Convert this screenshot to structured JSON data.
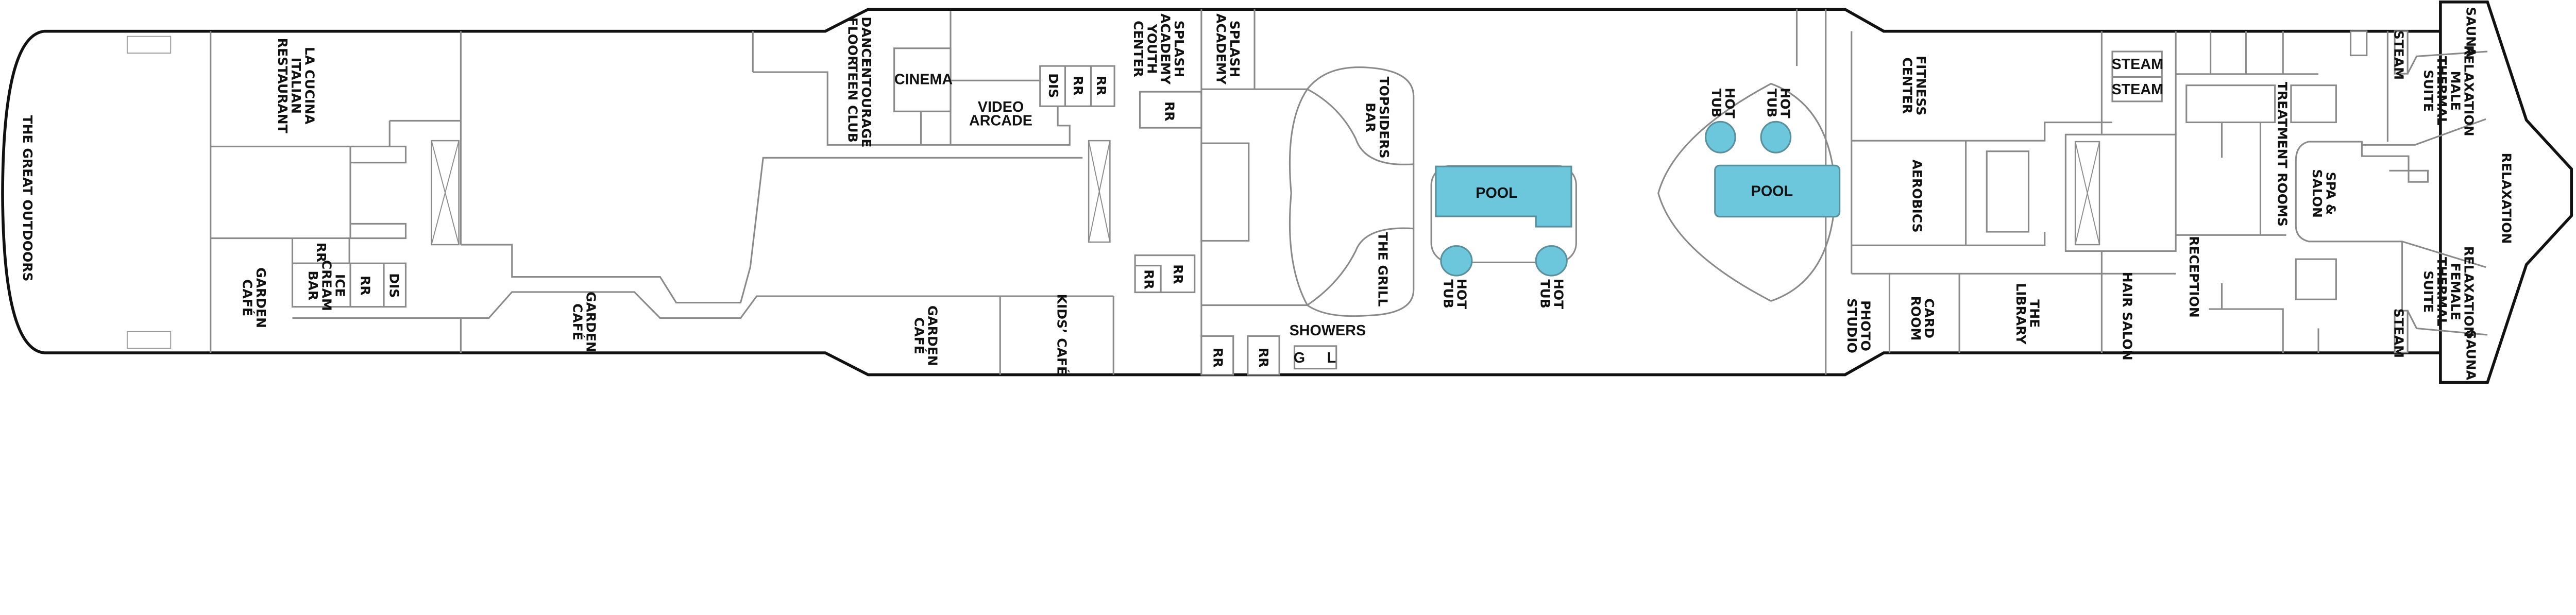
{
  "colors": {
    "water": "#6cc6dc",
    "hull": "#111111",
    "walls": "#8a8a8a"
  },
  "labels": {
    "the_great_outdoors": [
      "THE GREAT OUTDOORS"
    ],
    "la_cucina": [
      "LA CUCINA",
      "ITALIAN",
      "RESTAURANT"
    ],
    "garden_cafe_1": [
      "GARDEN",
      "CAFÉ"
    ],
    "rr_1": [
      "RR"
    ],
    "ice_cream_bar": [
      "ICE",
      "CREAM",
      "BAR"
    ],
    "rr_2": [
      "RR"
    ],
    "dis_1": [
      "DIS"
    ],
    "garden_cafe_2": [
      "GARDEN",
      "CAFÉ"
    ],
    "dance_floor": [
      "DANCE",
      "FLOOR"
    ],
    "entourage": [
      "ENTOURAGE",
      "TEEN CLUB"
    ],
    "cinema": [
      "CINEMA"
    ],
    "video_arcade": [
      "VIDEO",
      "ARCADE"
    ],
    "dis_2": [
      "DIS"
    ],
    "rr_3": [
      "RR"
    ],
    "rr_4": [
      "RR"
    ],
    "splash_youth": [
      "SPLASH",
      "ACADEMY",
      "YOUTH",
      "CENTER"
    ],
    "splash_academy": [
      "SPLASH",
      "ACADEMY"
    ],
    "rr_5": [
      "RR"
    ],
    "garden_cafe_3": [
      "GARDEN",
      "CAFÉ"
    ],
    "kids_cafe": [
      "KIDS’ CAFÉ"
    ],
    "rr_6": [
      "RR"
    ],
    "rr_7": [
      "RR"
    ],
    "rr_8": [
      "RR"
    ],
    "rr_9": [
      "RR"
    ],
    "showers": [
      "SHOWERS"
    ],
    "topsiders_bar": [
      "TOPSIDERS",
      "BAR"
    ],
    "the_grill": [
      "THE GRILL"
    ],
    "pool_1": [
      "POOL"
    ],
    "hot_tub_1": [
      "HOT",
      "TUB"
    ],
    "hot_tub_2": [
      "HOT",
      "TUB"
    ],
    "hot_tub_3": [
      "HOT",
      "TUB"
    ],
    "hot_tub_4": [
      "HOT",
      "TUB"
    ],
    "pool_2": [
      "POOL"
    ],
    "fitness_center": [
      "FITNESS",
      "CENTER"
    ],
    "aerobics": [
      "AEROBICS"
    ],
    "photo_studio": [
      "PHOTO",
      "STUDIO"
    ],
    "card_room": [
      "CARD",
      "ROOM"
    ],
    "the_library": [
      "THE",
      "LIBRARY"
    ],
    "hair_salon": [
      "HAIR SALON"
    ],
    "reception": [
      "RECEPTION"
    ],
    "steam_1": [
      "STEAM"
    ],
    "steam_2": [
      "STEAM"
    ],
    "treatment_rooms": [
      "TREATMENT ROOMS"
    ],
    "spa_salon": [
      "SPA &",
      "SALON"
    ],
    "steam_3": [
      "STEAM"
    ],
    "male_thermal": [
      "RELAXATION",
      "MALE",
      "THERMAL",
      "SUITE"
    ],
    "sauna_1": [
      "SAUNA"
    ],
    "relaxation": [
      "RELAXATION"
    ],
    "female_thermal": [
      "RELAXATION",
      "FEMALE",
      "THERMAL",
      "SUITE"
    ],
    "steam_4": [
      "STEAM"
    ],
    "sauna_2": [
      "SAUNA"
    ],
    "g_marker": [
      "G"
    ],
    "l_marker": [
      "L"
    ]
  }
}
